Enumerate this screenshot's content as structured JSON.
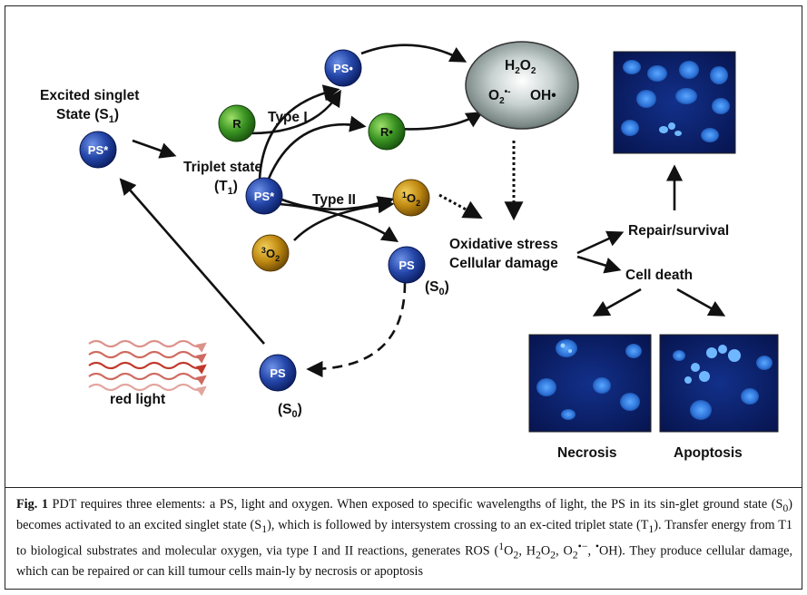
{
  "figure": {
    "excited_singlet": {
      "line1": "Excited singlet",
      "line2": "State (S",
      "sub": "1",
      "close": ")"
    },
    "triplet_state": {
      "line1": "Triplet state",
      "line2": "(T",
      "sub": "1",
      "close": ")"
    },
    "type_i": "Type I",
    "type_ii": "Type II",
    "ros_cloud": {
      "h2o2_a": "H",
      "h2o2_sub1": "2",
      "h2o2_b": "O",
      "h2o2_sub2": "2",
      "o2_a": "O",
      "o2_sub": "2",
      "o2_sup": "•-",
      "oh": "OH•"
    },
    "nodes": {
      "ps_excited": "PS*",
      "ps_radical": "PS•",
      "r": "R",
      "r_radical": "R•",
      "ps_triplet": "PS*",
      "singlet_o2_sup": "1",
      "singlet_o2": "O",
      "singlet_o2_sub": "2",
      "ground_o2_sup": "3",
      "ground_o2": "O",
      "ground_o2_sub": "2",
      "ps_ground_right": "PS",
      "ps_ground_left": "PS"
    },
    "so_right": {
      "a": "(S",
      "sub": "0",
      "b": ")"
    },
    "so_left": {
      "a": "(S",
      "sub": "0",
      "b": ")"
    },
    "red_light": "red light",
    "oxidative_stress": "Oxidative stress",
    "cellular_damage": "Cellular damage",
    "repair_survival": "Repair/survival",
    "cell_death": "Cell death",
    "necrosis": "Necrosis",
    "apoptosis": "Apoptosis"
  },
  "caption": {
    "fig_label": "Fig. 1",
    "t1": " PDT requires three elements: a PS, light and oxygen. When exposed to specific wavelengths of light, the PS in its sin-glet ground state (S",
    "t1_sub": "0",
    "t2": ") becomes activated to an excited singlet state (S",
    "t2_sub": "1",
    "t3": "), which is followed by intersystem crossing to an ex-cited triplet state (T",
    "t3_sub": "1",
    "t4": "). Transfer energy from T1 to biological substrates and molecular oxygen, via type I and II reactions, generates ROS (",
    "t4_sup": "1",
    "t5": "O",
    "t5_sub": "2",
    "t6": ", H",
    "t6_sub": "2",
    "t7": "O",
    "t7_sub": "2",
    "t8": ", O",
    "t8_sub": "2",
    "t8_sup": "•−",
    "t9": ", ",
    "t9_sup": "•",
    "t10": "OH). They produce cellular damage, which can be repaired or can kill tumour cells main-ly by necrosis or apoptosis"
  },
  "colors": {
    "ps_blue": "#1f3f9e",
    "r_green": "#2f8a1e",
    "o2_gold": "#b8860b",
    "cell_bg": "#0a1e6e",
    "nucleus": "#3f8de8",
    "red_wave": "#c0392b"
  }
}
